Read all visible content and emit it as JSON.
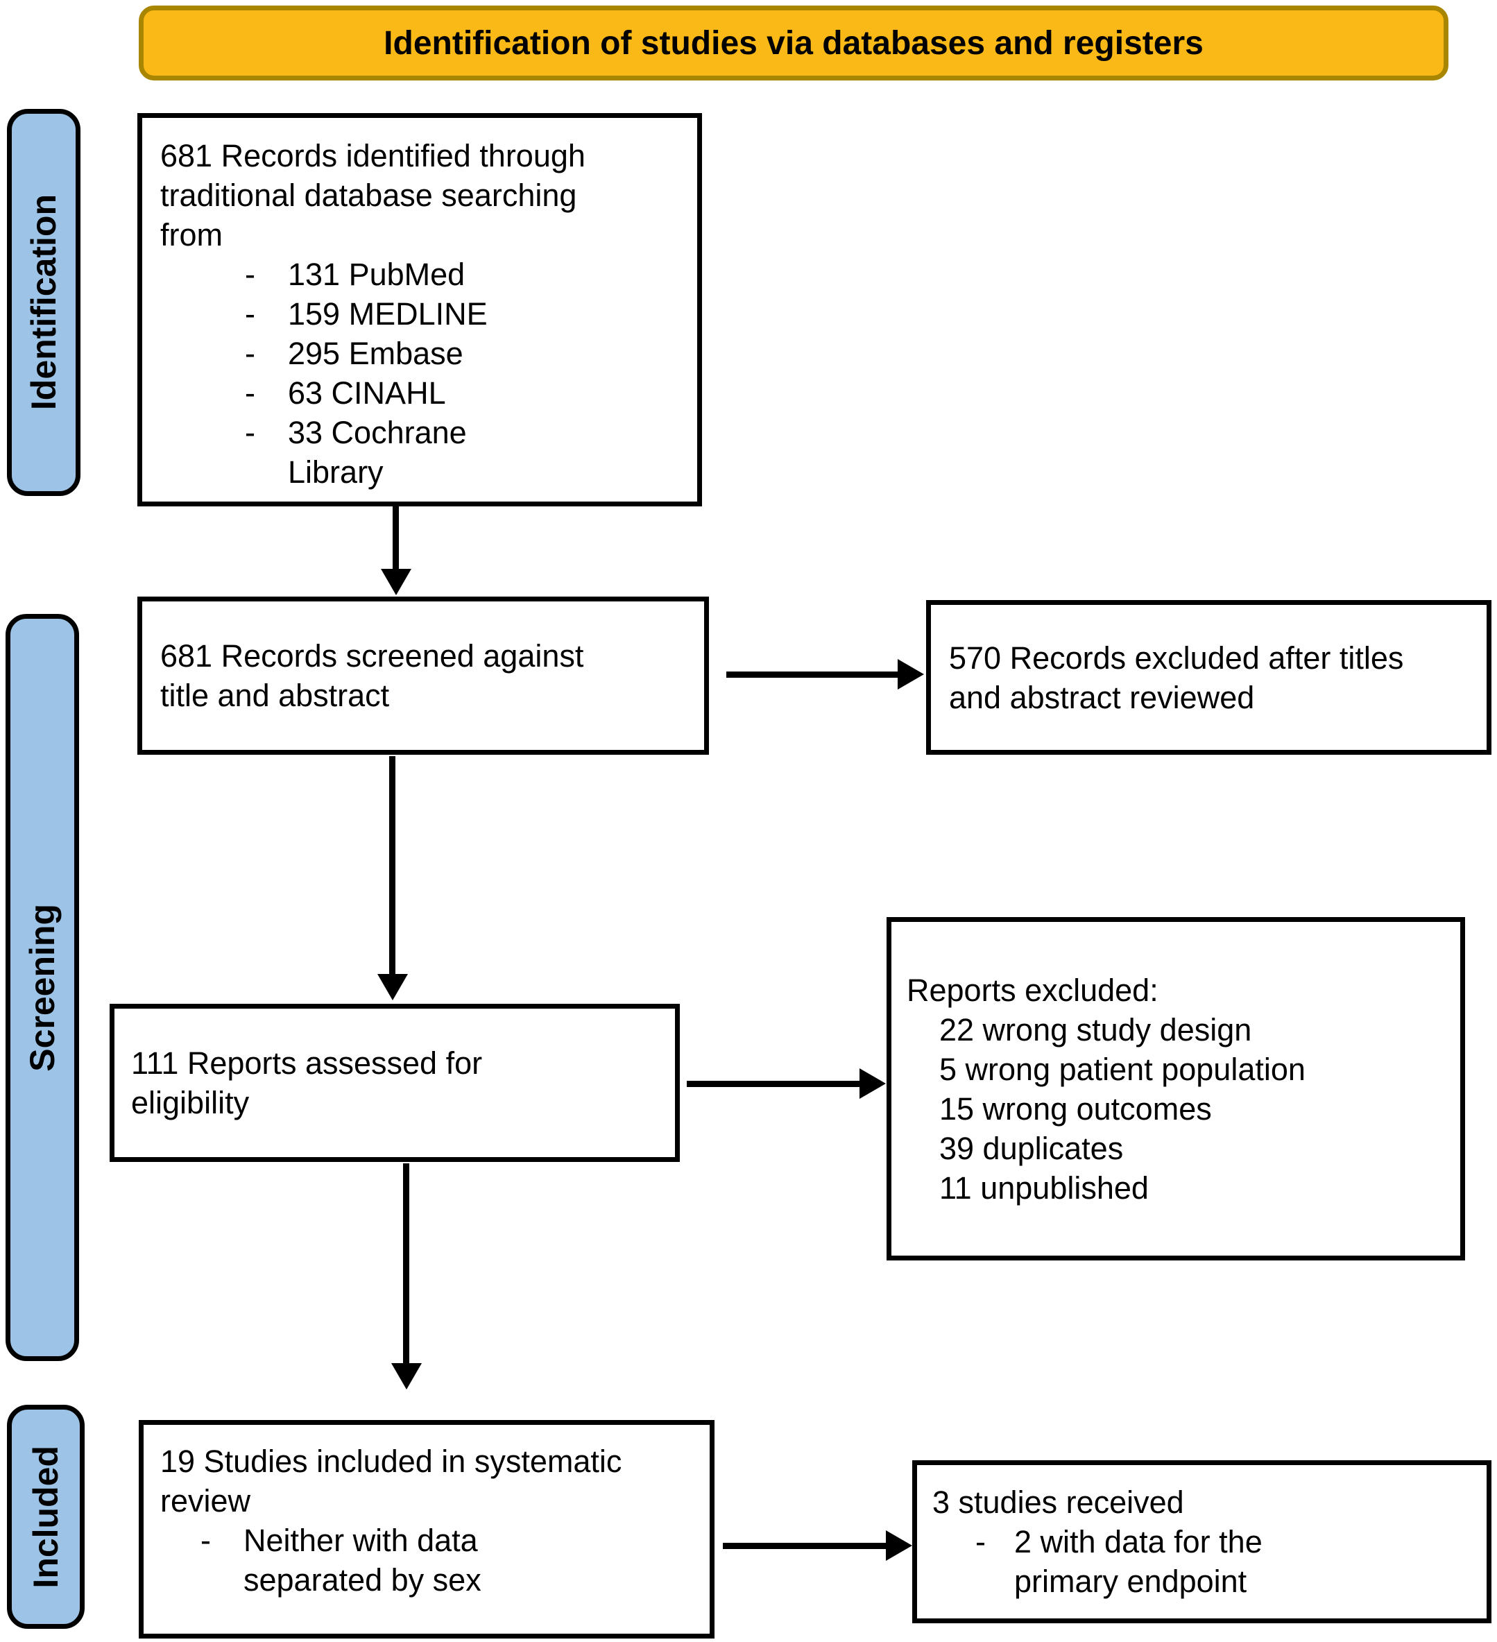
{
  "banner": {
    "title": "Identification of studies via databases and registers"
  },
  "sidebar": {
    "stages": [
      "Identification",
      "Screening",
      "Included"
    ]
  },
  "boxes": {
    "records_identified": {
      "intro": "681 Records identified through\ntraditional database searching\nfrom",
      "bullet": "-",
      "items": [
        "131 PubMed",
        "159 MEDLINE",
        "295 Embase",
        "63 CINAHL",
        "33 Cochrane\nLibrary"
      ]
    },
    "records_screened": {
      "text": "681 Records screened against\ntitle and abstract"
    },
    "records_excluded": {
      "text": "570 Records excluded after titles\nand abstract reviewed"
    },
    "reports_assessed": {
      "text": "111 Reports assessed for\neligibility"
    },
    "reports_excluded": {
      "title": "Reports excluded:",
      "items": [
        "22 wrong study design",
        "5 wrong patient population",
        "15 wrong outcomes",
        "39 duplicates",
        "11 unpublished"
      ]
    },
    "studies_included": {
      "intro": "19 Studies included in systematic\nreview",
      "bullet": "-",
      "items": [
        "Neither with data\nseparated by sex"
      ]
    },
    "studies_received": {
      "intro": "3 studies received",
      "bullet": "-",
      "items": [
        "2 with data for the\nprimary endpoint"
      ]
    }
  },
  "colors": {
    "banner_fill": "#FBB917",
    "banner_border": "#A98600",
    "sidebar_fill": "#9DC3E6",
    "box_background": "#FFFFFF",
    "box_border": "#000000",
    "arrow_color": "#000000",
    "text_color": "#000000"
  }
}
